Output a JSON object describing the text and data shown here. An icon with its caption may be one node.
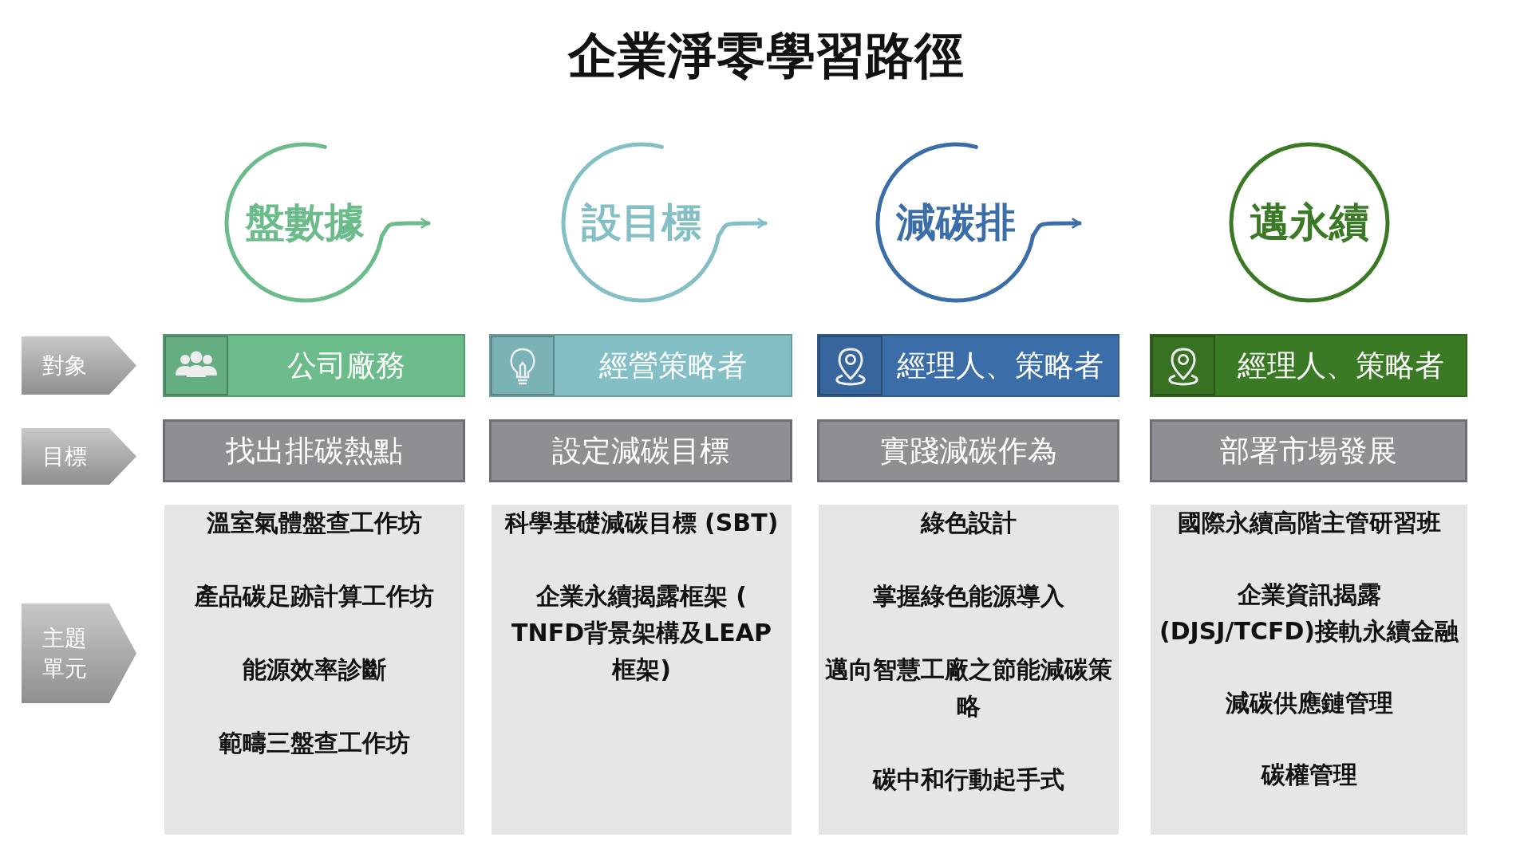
{
  "diagram": {
    "title": "企業淨零學習路徑",
    "nodes": [
      {
        "text": [
          "盤數據"
        ]
      },
      {
        "text": [
          "設目標"
        ]
      },
      {
        "text": [
          "減碳排"
        ]
      },
      {
        "text": [
          "邁永續"
        ]
      },
      {
        "text": [
          "對象"
        ]
      },
      {
        "text": [
          "公司廠務"
        ]
      },
      {
        "text": [
          "經營策略者"
        ]
      },
      {
        "text": [
          "經理人、策略者"
        ]
      },
      {
        "text": [
          "經理人、策略者"
        ]
      },
      {
        "text": [
          "目標"
        ]
      },
      {
        "text": [
          "找出排碳熱點"
        ]
      },
      {
        "text": [
          "設定減碳目標"
        ]
      },
      {
        "text": [
          "實踐減碳作為"
        ]
      },
      {
        "text": [
          "部署市場發展"
        ]
      },
      {
        "text": [
          "主題單元"
        ]
      },
      {
        "text": [
          "溫室氣體盤查工作坊",
          "產品碳足跡計算工作坊",
          "能源效率診斷",
          "範疇三盤查工作坊"
        ]
      },
      {
        "text": [
          "科學基礎減碳目標 (SBT)",
          "企業永續揭露框架 ( TNFD背景架構及LEAP 框架)"
        ]
      },
      {
        "text": [
          "綠色設計",
          "掌握綠色能源導入",
          "邁向智慧工廠之節能減碳策略",
          "碳中和行動起手式"
        ]
      },
      {
        "text": [
          "國際永續高階主管研習班",
          "企業資訊揭露 (DJSJ/TCFD)接軌永續金融",
          "減碳供應鏈管理",
          "碳權管理"
        ]
      }
    ],
    "edges": [
      {
        "from": 0,
        "to": null,
        "arrow": "to"
      },
      {
        "from": 1,
        "to": null,
        "arrow": "to"
      },
      {
        "from": 2,
        "to": null,
        "arrow": "to"
      }
    ]
  }
}
